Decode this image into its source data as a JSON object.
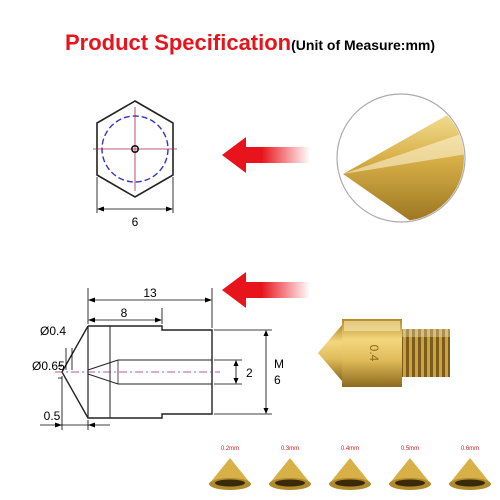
{
  "title": {
    "main": "Product Specification",
    "sub": "(Unit of Measure:mm)"
  },
  "top_drawing": {
    "width_label": "6"
  },
  "side_drawing": {
    "length_total": "13",
    "length_body": "8",
    "tip_inner": "Ø0.4",
    "tip_outer": "Ø0.65",
    "tip_length": "0.5",
    "bore": "2",
    "thread_m": "M",
    "thread_size": "6"
  },
  "nozzle_photo": {
    "engraving": "0.4"
  },
  "size_options": [
    "0.2mm",
    "0.3mm",
    "0.4mm",
    "0.5mm",
    "0.6mm"
  ],
  "colors": {
    "accent_red": "#e8141b",
    "brass": "#d8b048",
    "dimension_line": "#000000",
    "dash_blue": "#3333cc",
    "center_red": "#aa2255"
  }
}
